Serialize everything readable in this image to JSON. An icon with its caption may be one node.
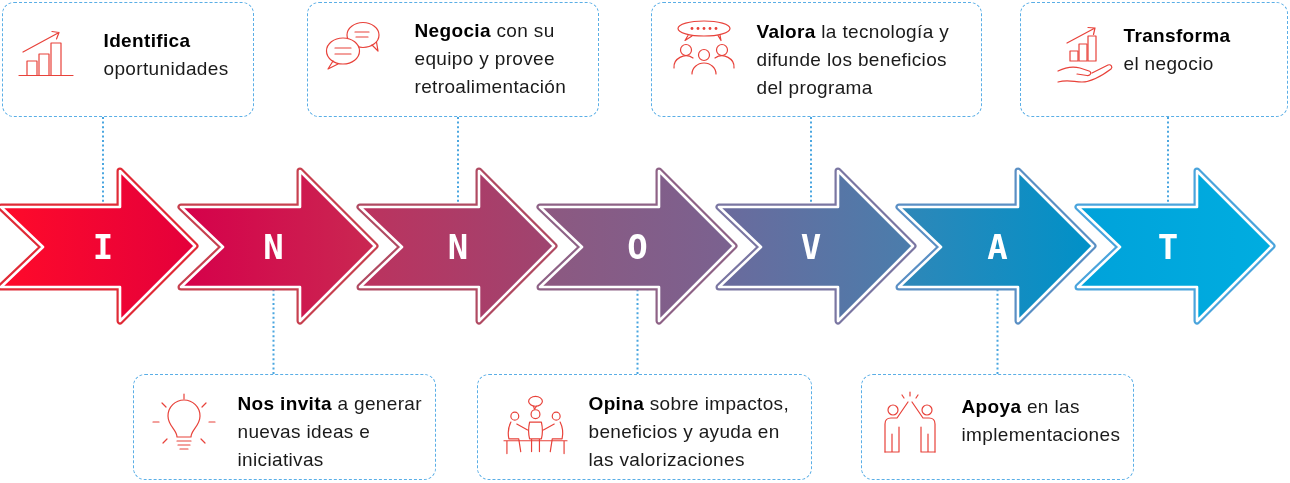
{
  "diagram": {
    "nodes": [
      {
        "text": [
          "**Identifica** oportunidades"
        ]
      },
      {
        "text": [
          "**Negocia** con su equipo y provee retroalimentación"
        ]
      },
      {
        "text": [
          "**Valora** la tecnología y difunde los beneficios del programa"
        ]
      },
      {
        "text": [
          "**Transforma** el negocio"
        ]
      },
      {
        "text": [
          "I"
        ]
      },
      {
        "text": [
          "N"
        ]
      },
      {
        "text": [
          "N"
        ]
      },
      {
        "text": [
          "O"
        ]
      },
      {
        "text": [
          "V"
        ]
      },
      {
        "text": [
          "A"
        ]
      },
      {
        "text": [
          "T"
        ]
      },
      {
        "text": [
          "**Nos invita** a generar nuevas ideas e iniciativas"
        ]
      },
      {
        "text": [
          "**Opina** sobre impactos, beneficios y ayuda en las valorizaciones"
        ]
      },
      {
        "text": [
          "**Apoya** en las implementaciones"
        ]
      }
    ],
    "edges": [
      {
        "from": 0,
        "to": 4,
        "arrow": "none",
        "style": "dashed"
      },
      {
        "from": 1,
        "to": 6,
        "arrow": "none",
        "style": "dashed"
      },
      {
        "from": 2,
        "to": 8,
        "arrow": "none",
        "style": "dashed"
      },
      {
        "from": 3,
        "to": 10,
        "arrow": "none",
        "style": "dashed"
      },
      {
        "from": 11,
        "to": 5,
        "arrow": "none",
        "style": "dashed"
      },
      {
        "from": 12,
        "to": 7,
        "arrow": "none",
        "style": "dashed"
      },
      {
        "from": 13,
        "to": 9,
        "arrow": "none",
        "style": "dashed"
      }
    ]
  }
}
